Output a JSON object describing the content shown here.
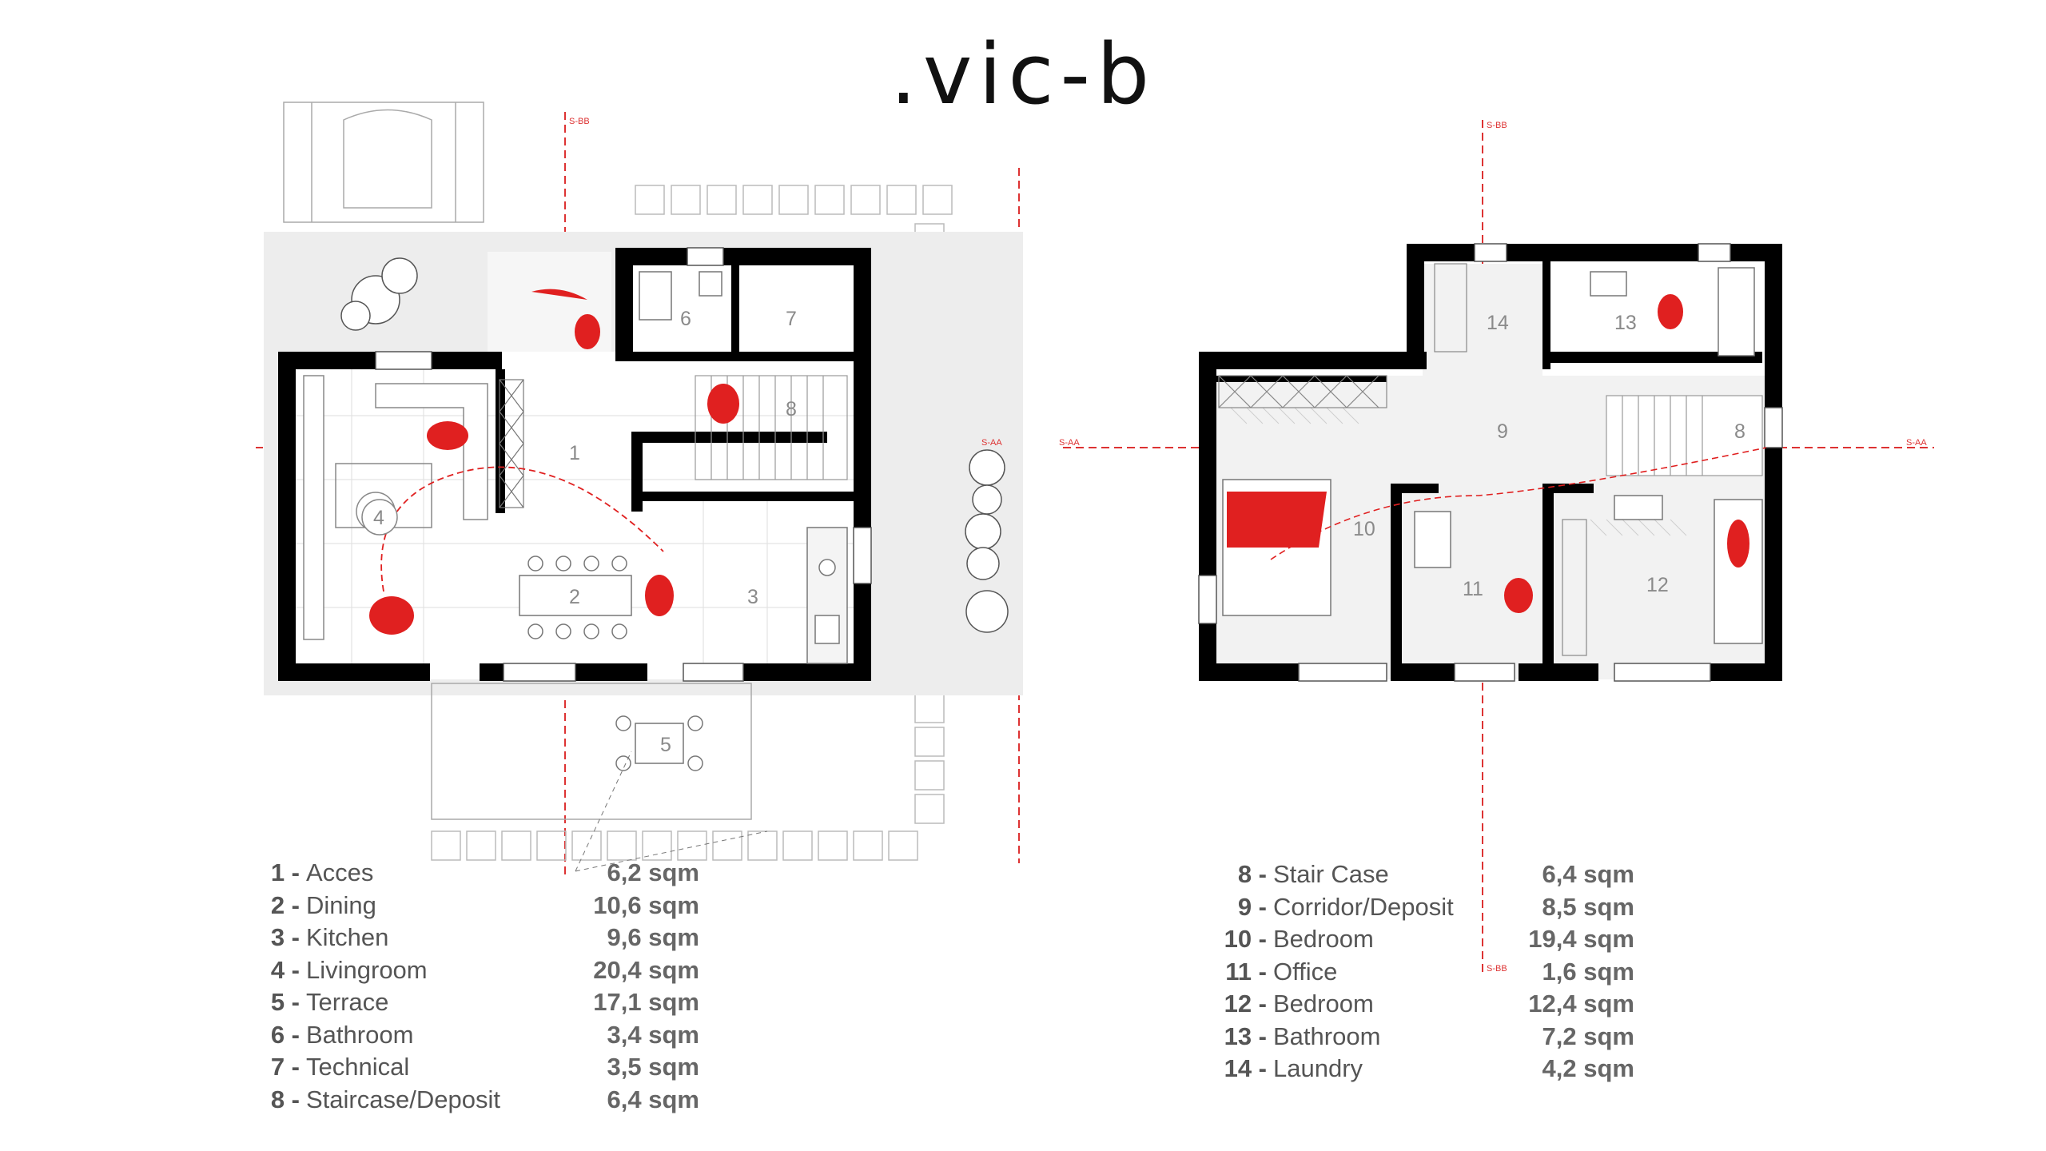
{
  "brand": {
    "logo": ".vic-b"
  },
  "ground_floor": {
    "section_labels": {
      "horizontal": "S-AA",
      "vertical": "S-BB"
    },
    "room_numbers": [
      "1",
      "2",
      "3",
      "4",
      "5",
      "6",
      "7",
      "8"
    ],
    "legend": [
      {
        "num": "1 -",
        "name": "Acces",
        "area": "6,2 sqm"
      },
      {
        "num": "2 -",
        "name": "Dining",
        "area": "10,6 sqm"
      },
      {
        "num": "3 -",
        "name": "Kitchen",
        "area": "9,6 sqm"
      },
      {
        "num": "4 -",
        "name": "Livingroom",
        "area": "20,4 sqm"
      },
      {
        "num": "5 -",
        "name": "Terrace",
        "area": "17,1 sqm"
      },
      {
        "num": "6 -",
        "name": "Bathroom",
        "area": "3,4 sqm"
      },
      {
        "num": "7 -",
        "name": "Technical",
        "area": "3,5 sqm"
      },
      {
        "num": "8 -",
        "name": "Staircase/Deposit",
        "area": "6,4 sqm"
      }
    ]
  },
  "upper_floor": {
    "section_labels": {
      "horizontal": "S-AA",
      "vertical": "S-BB"
    },
    "room_numbers": [
      "8",
      "9",
      "10",
      "11",
      "12",
      "13",
      "14"
    ],
    "legend": [
      {
        "num": "8 -",
        "name": "Stair Case",
        "area": "6,4 sqm"
      },
      {
        "num": "9 -",
        "name": "Corridor/Deposit",
        "area": "8,5 sqm"
      },
      {
        "num": "10 -",
        "name": "Bedroom",
        "area": "19,4 sqm"
      },
      {
        "num": "11 -",
        "name": "Office",
        "area": "1,6 sqm"
      },
      {
        "num": "12 -",
        "name": "Bedroom",
        "area": "12,4 sqm"
      },
      {
        "num": "13 -",
        "name": "Bathroom",
        "area": "7,2 sqm"
      },
      {
        "num": "14 -",
        "name": "Laundry",
        "area": "4,2 sqm"
      }
    ]
  },
  "colors": {
    "walls": "#000000",
    "accent": "#e02020",
    "section_line": "#dd3333",
    "label": "#8a8a8a"
  }
}
